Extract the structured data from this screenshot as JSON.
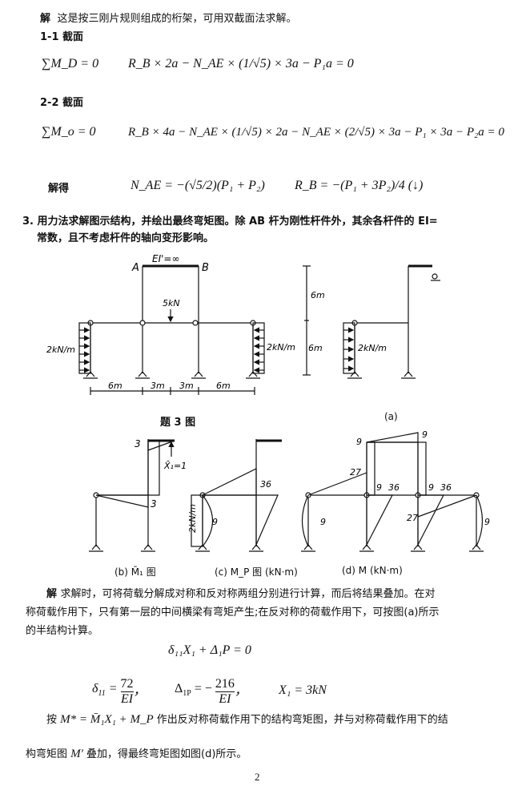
{
  "section1": {
    "intro_bold": "解",
    "intro_text": "这是按三刚片规则组成的桁架，可用双截面法求解。",
    "section_1_1": "1-1  截面",
    "eq1_left": "∑M_D = 0",
    "eq1_right": "R_B × 2a − N_AE × (1/√5) × 3a − P₁a = 0",
    "section_2_2": "2-2  截面",
    "eq2_left": "∑M_o = 0",
    "eq2_right": "R_B × 4a − N_AE × (1/√5) × 2a − N_AE × (2/√5) × 3a − P₁ × 3a − P₂a = 0",
    "solve_label": "解得",
    "result1": "N_AE = −(√5/2)(P₁ + P₂)",
    "result2": "R_B = −(P₁ + 3P₂)/4 (↓)"
  },
  "problem3": {
    "number": "3.",
    "line1": "用力法求解图示结构，并绘出最终弯矩图。除 AB 杆为刚性杆件外，其余各杆件的 EI=",
    "line2": "常数，且不考虑杆件的轴向变形影响。"
  },
  "figure_main": {
    "label_A": "A",
    "label_B": "B",
    "rigid": "EI'=∞",
    "point_load": "5kN",
    "dist_load_left": "2kN/m",
    "dist_load_right": "2kN/m",
    "dims": [
      "6m",
      "3m",
      "3m",
      "6m"
    ],
    "height_top": "6m",
    "height_bottom": "6m",
    "caption": "题 3 图"
  },
  "figure_a": {
    "dist_load": "2kN/m",
    "caption": "(a)"
  },
  "figure_b": {
    "value_top": "3",
    "value_bottom": "3",
    "unit_force": "X̄₁=1",
    "caption": "(b) M̄₁ 图"
  },
  "figure_c": {
    "value_36": "36",
    "value_9": "9",
    "dist_load": "2kN/m",
    "caption": "(c) M_P 图 (kN·m)"
  },
  "figure_d": {
    "values": [
      "9",
      "9",
      "27",
      "9",
      "36",
      "9",
      "36",
      "27",
      "9",
      "9"
    ],
    "caption": "(d) M (kN·m)"
  },
  "solution": {
    "bold": "解",
    "para1": "求解时，可将荷载分解成对称和反对称两组分别进行计算，而后将结果叠加。在对",
    "para2": "称荷载作用下，只有第一层的中间横梁有弯矩产生;在反对称的荷载作用下，可按图(a)所示",
    "para3": "的半结构计算。",
    "eq_main": "δ₁₁X₁ + Δ₁P = 0",
    "delta11_num": "72",
    "delta11_den": "EI",
    "delta1p_num": "216",
    "delta1p_den": "EI",
    "x1": "X₁ = 3kN",
    "para4a": "按",
    "para4_formula": "M* = M̄₁X₁ + M_P",
    "para4b": "作出反对称荷载作用下的结构弯矩图，并与对称荷载作用下的结",
    "para5a": "构弯矩图",
    "para5_formula": "M'",
    "para5b": "叠加，得最终弯矩图如图(d)所示。"
  },
  "page_number": "2"
}
